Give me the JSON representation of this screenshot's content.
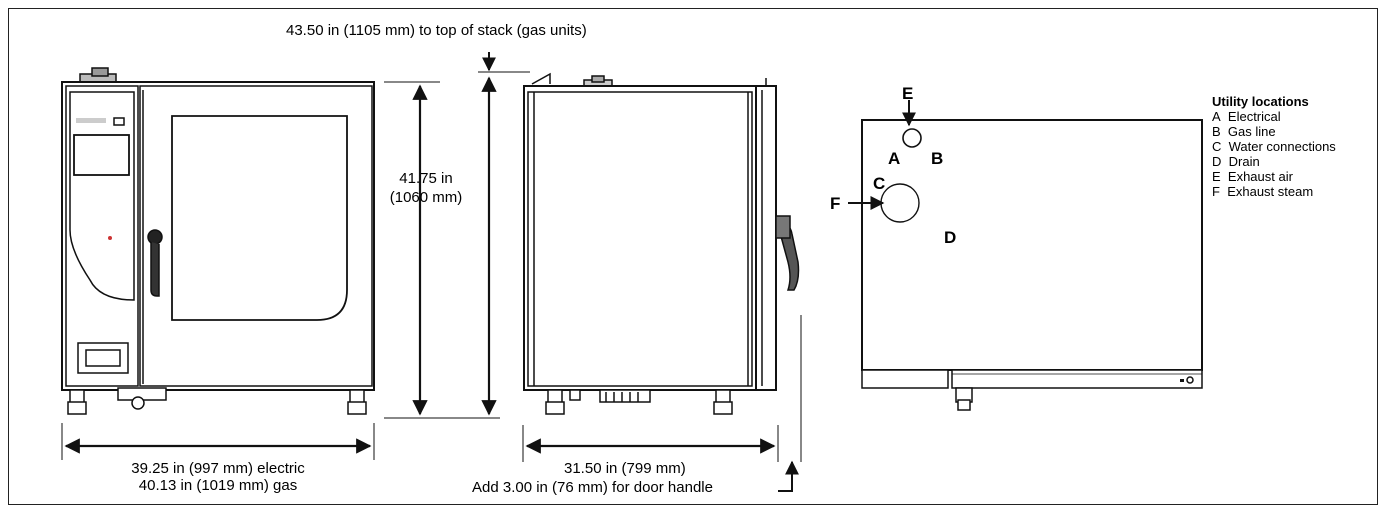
{
  "top_stack_note": "43.50 in (1105 mm) to top of stack (gas units)",
  "height_dim": {
    "line1": "41.75 in",
    "line2": "(1060 mm)"
  },
  "width_front": {
    "line1": "39.25 in (997 mm) electric",
    "line2": "40.13 in (1019 mm) gas"
  },
  "depth_side": {
    "line1": "31.50 in (799 mm)",
    "line2": "Add 3.00 in (76 mm) for door handle"
  },
  "utility": {
    "title": "Utility locations",
    "items": [
      {
        "key": "A",
        "label": "Electrical"
      },
      {
        "key": "B",
        "label": "Gas line"
      },
      {
        "key": "C",
        "label": "Water connections"
      },
      {
        "key": "D",
        "label": "Drain"
      },
      {
        "key": "E",
        "label": "Exhaust air"
      },
      {
        "key": "F",
        "label": "Exhaust steam"
      }
    ]
  },
  "markers": {
    "A": "A",
    "B": "B",
    "C": "C",
    "D": "D",
    "E": "E",
    "F": "F"
  },
  "colors": {
    "line": "#111111",
    "panel": "#2a2a2a",
    "bg": "#ffffff"
  }
}
